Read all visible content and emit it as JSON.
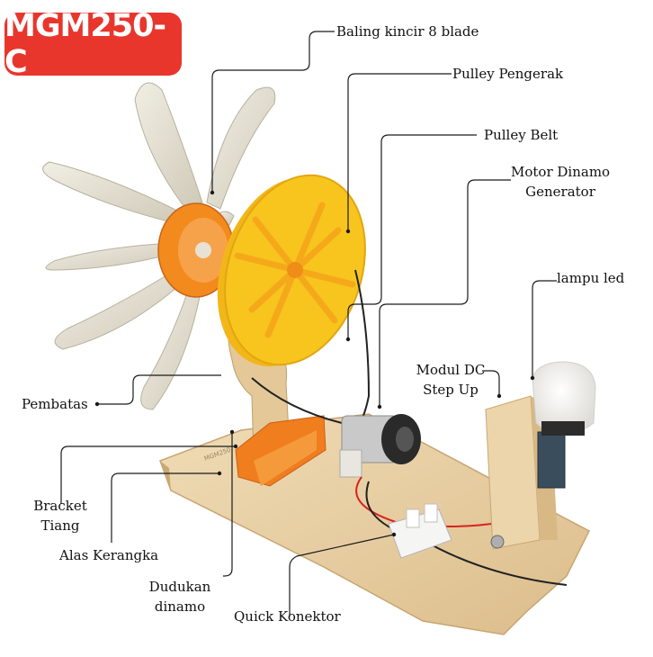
{
  "badge": {
    "text": "MGM250-C",
    "color": "#e8362d"
  },
  "labels": {
    "baling": "Baling kincir 8 blade",
    "pulley_pengerak": "Pulley Pengerak",
    "pulley_belt": "Pulley Belt",
    "motor_line1": "Motor Dinamo",
    "motor_line2": "Generator",
    "lampu": "lampu led",
    "modul_line1": "Modul DC",
    "modul_line2": "Step Up",
    "pembatas": "Pembatas",
    "bracket_line1": "Bracket",
    "bracket_line2": "Tiang",
    "alas": "Alas Kerangka",
    "dudukan_line1": "Dudukan",
    "dudukan_line2": "dinamo",
    "quick": "Quick Konektor"
  },
  "colors": {
    "fan_blade": "#e9e5d8",
    "hub": "#f28a1e",
    "pulley": "#f7c51d",
    "wood": "#e9cfa3",
    "led": "#f4f4f2",
    "motor": "#c9c9c9"
  }
}
